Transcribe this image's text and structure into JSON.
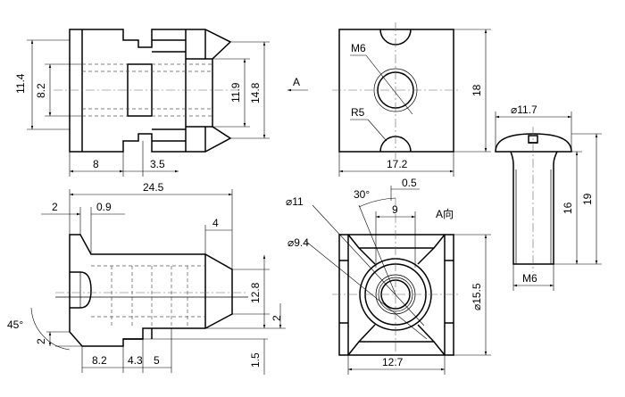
{
  "views": {
    "front_top": {
      "dim_width_8": "8",
      "dim_width_3_5": "3.5",
      "dim_height_11_4": "11.4",
      "dim_height_8_2": "8.2",
      "dim_height_11_9": "11.9",
      "dim_height_14_8": "14.8",
      "view_arrow_label": "A"
    },
    "side_top": {
      "thread_label": "M6",
      "radius_label": "R5",
      "dim_width": "17.2",
      "dim_height": "18"
    },
    "screw": {
      "head_dia": "⌀11.7",
      "shank_len": "16",
      "total_len": "19",
      "thread_label": "M6"
    },
    "front_bottom": {
      "dim_total": "24.5",
      "dim_2_top": "2",
      "dim_0_9": "0.9",
      "dim_4": "4",
      "dim_12_8": "12.8",
      "dim_2_right": "2",
      "dim_1_5": "1.5",
      "angle_45": "45°",
      "dim_2_left": "2",
      "dim_8_2": "8.2",
      "dim_4_3": "4.3",
      "dim_5": "5"
    },
    "view_a": {
      "dia_11": "⌀11",
      "dia_9_4": "⌀9.4",
      "angle_30": "30°",
      "dim_0_5": "0.5",
      "dim_9": "9",
      "view_label": "A向",
      "dia_15_5": "⌀15.5",
      "dim_12_7": "12.7"
    }
  }
}
